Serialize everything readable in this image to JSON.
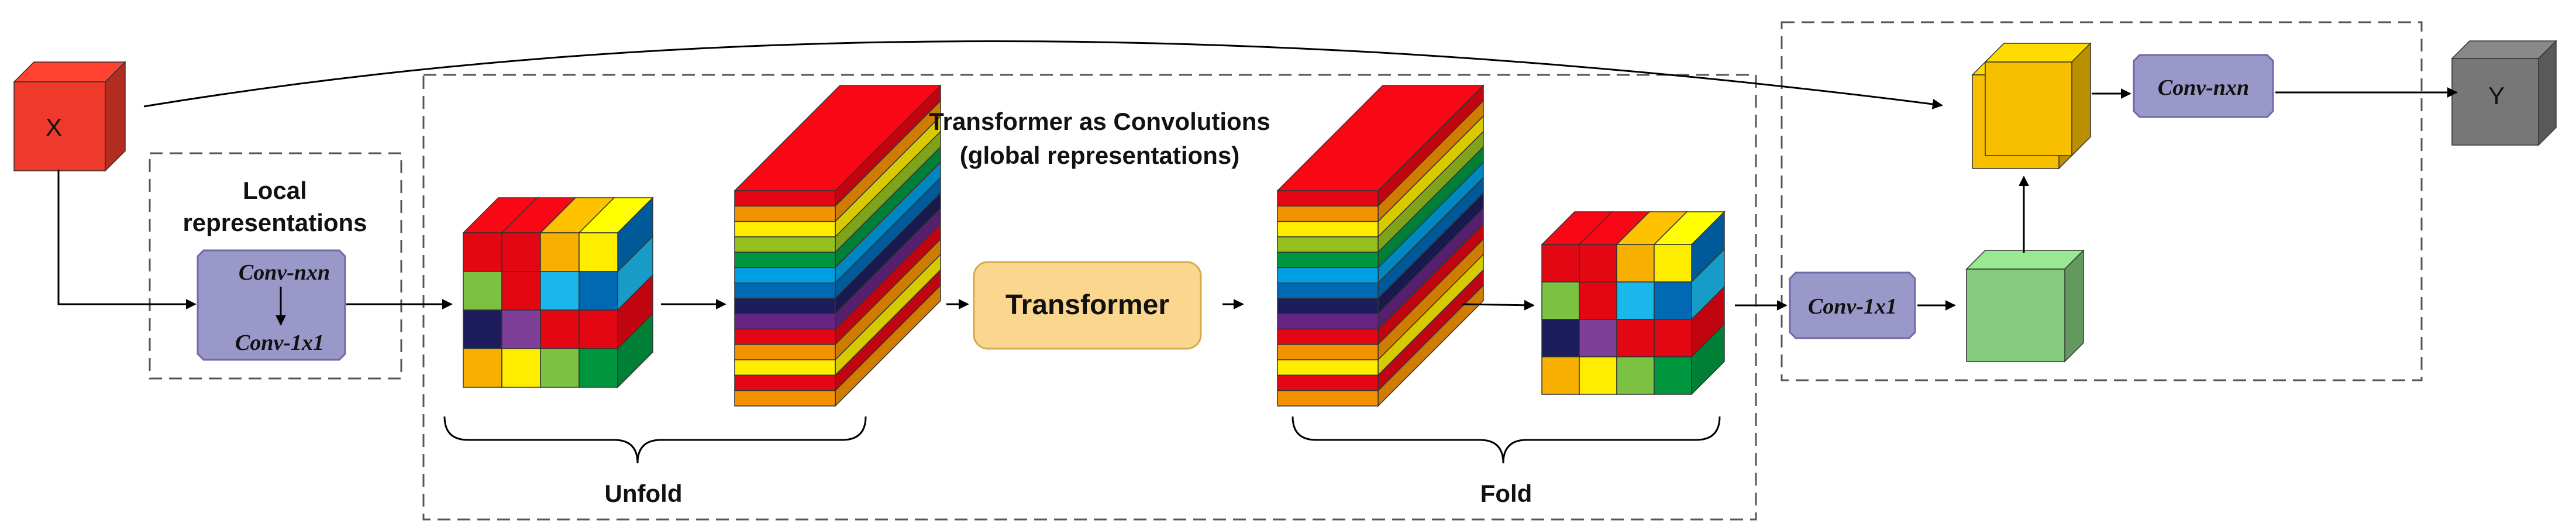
{
  "labels": {
    "input": "X",
    "output": "Y",
    "local_title_line1": "Local",
    "local_title_line2": "representations",
    "conv_nxn": "Conv-nxn",
    "conv_1x1": "Conv-1x1",
    "global_title_line1": "Transformer as Convolutions",
    "global_title_line2": "(global representations)",
    "transformer": "Transformer",
    "unfold": "Unfold",
    "fold": "Fold",
    "fusion_conv_1x1": "Conv-1x1",
    "fusion_conv_nxn": "Conv-nxn"
  },
  "colors": {
    "input_cube": "#ee3a2a",
    "output_cube": "#777777",
    "conv_block": "#9a97c9",
    "transformer_block": "#fbd68f",
    "fusion_gold_cube": "#f8bf00",
    "fusion_green_cube": "#84cb7e",
    "stripes": [
      "#e30613",
      "#f39200",
      "#ffed00",
      "#95c11f",
      "#009640",
      "#009fe3",
      "#0069b4",
      "#1d1d5b",
      "#662483",
      "#e30613",
      "#f39200",
      "#ffed00",
      "#e30613",
      "#f39200"
    ],
    "grid_front": [
      [
        "#e30613",
        "#e30613",
        "#f8b000",
        "#ffed00"
      ],
      [
        "#7cc242",
        "#e30613",
        "#1ab7ea",
        "#0069b4"
      ],
      [
        "#1d1d5b",
        "#7f3f98",
        "#e30613",
        "#e30613"
      ],
      [
        "#f8b000",
        "#ffed00",
        "#7cc242",
        "#009640"
      ]
    ],
    "grid_right": [
      "#0069b4",
      "#1ab7ea",
      "#e30613",
      "#009640"
    ]
  }
}
